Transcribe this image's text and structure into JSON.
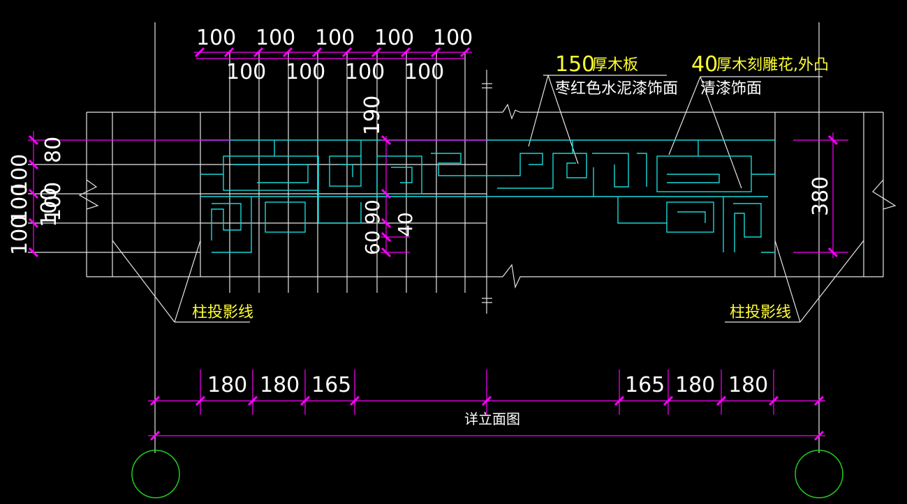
{
  "top_dims_row1": [
    "100",
    "100",
    "100",
    "100",
    "100"
  ],
  "top_dims_row2": [
    "100",
    "100",
    "100",
    "100"
  ],
  "left_dims_outer": [
    "100",
    "100",
    "100"
  ],
  "left_dims_inner": [
    "80",
    "100",
    "100"
  ],
  "center_dims": [
    "190",
    "90",
    "60",
    "40"
  ],
  "right_dim": "380",
  "bottom_dims_left": [
    "180",
    "180",
    "165"
  ],
  "bottom_dims_right": [
    "165",
    "180",
    "180"
  ],
  "notes": {
    "board_thickness": "150",
    "board_material": "厚木板",
    "board_finish": "枣红色水泥漆饰面",
    "carving_thickness": "40",
    "carving_material": "厚木刻雕花,外凸",
    "carving_finish": "清漆饰面",
    "column_line_left": "柱投影线",
    "column_line_right": "柱投影线"
  },
  "title": "详立面图",
  "colors": {
    "background": "#000000",
    "outline": "#e6e6e6",
    "pattern": "#19d8d8",
    "dimension": "#ff00ff",
    "annotation": "#ffff33",
    "axis_circle": "#22cc22"
  }
}
